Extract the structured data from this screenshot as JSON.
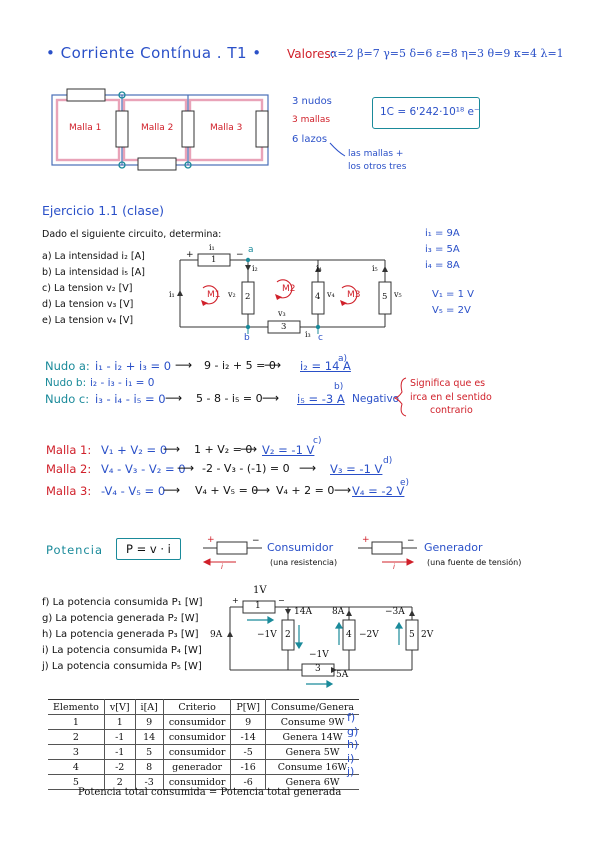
{
  "header": {
    "title": "• Corriente Contínua . T1 •",
    "values_label": "Valores:",
    "values": "α=2 β=7 γ=5 δ=6 ε=8 η=3 θ=9 κ=4 λ=1"
  },
  "top_diagram": {
    "malla1": "Malla 1",
    "malla2": "Malla 2",
    "malla3": "Malla 3",
    "nudos": "3 nudos",
    "mallas": "3 mallas",
    "lazos": "6 lazos",
    "lazos_note_1": "las mallas +",
    "lazos_note_2": "los otros tres",
    "charge": "1C = 6'242·10¹⁸ e⁻"
  },
  "exercise": {
    "title": "Ejercicio 1.1 (clase)",
    "intro": "Dado el siguiente circuito, determina:",
    "items": [
      "a)  La intensidad i₂ [A]",
      "b)  La intensidad i₅ [A]",
      "c)  La tension v₂ [V]",
      "d)  La tension v₃ [V]",
      "e)  La tension v₄ [V]"
    ],
    "givens": [
      "i₁ = 9A",
      "i₃ = 5A",
      "i₄ = 8A",
      "V₁ = 1 V",
      "V₅ = 2V"
    ]
  },
  "circuit1": {
    "i1": "i₁",
    "i1_left": "i₁",
    "i2": "i₂",
    "i4": "i₄",
    "i5": "i₅",
    "i3": "i₃",
    "v2": "v₂",
    "v3": "v₃",
    "v4": "v₄",
    "v5": "v₅",
    "r1": "1",
    "r2": "2",
    "r3": "3",
    "r4": "4",
    "r5": "5",
    "node_a": "a",
    "node_b": "b",
    "node_c": "c",
    "m1": "M1",
    "m2": "M2",
    "m3": "M3"
  },
  "nudos": [
    {
      "label": "Nudo a:",
      "eq": "i₁ - i₂ + i₃ = 0",
      "step": "9 - i₂ + 5 = 0",
      "result": "i₂ = 14 A",
      "tag": "a)"
    },
    {
      "label": "Nudo b:",
      "eq": "i₂ - i₃ - i₁ = 0",
      "step": "",
      "result": "",
      "tag": ""
    },
    {
      "label": "Nudo c:",
      "eq": "i₃ - i₄ - i₅ = 0",
      "step": "5 - 8 - i₅ = 0",
      "result": "i₅ = -3 A",
      "tag": "b)"
    }
  ],
  "negativo": {
    "label": "Negativo",
    "note_1": "Significa que es",
    "note_2": "irca en el sentido",
    "note_3": "contrario"
  },
  "mallas_eq": [
    {
      "label": "Malla 1:",
      "eq": "V₁ + V₂ = 0",
      "step": "1 + V₂ = 0",
      "step2": "",
      "result": "V₂ = -1 V",
      "tag": "c)"
    },
    {
      "label": "Malla 2:",
      "eq": "V₄ - V₃ - V₂ = 0",
      "step": "-2 - V₃ - (-1) = 0",
      "step2": "",
      "result": "V₃ = -1 V",
      "tag": "d)"
    },
    {
      "label": "Malla 3:",
      "eq": "-V₄ - V₅ = 0",
      "step": "V₄ + V₅ = 0",
      "step2": "V₄ + 2 = 0",
      "result": "V₄ = -2 V",
      "tag": "e)"
    }
  ],
  "potencia": {
    "title": "Potencia",
    "formula": "P = v · i",
    "consumidor": "Consumidor",
    "consumidor_note": "(una resistencia)",
    "generador": "Generador",
    "generador_note": "(una fuente de tensión)",
    "plus": "+",
    "minus": "−",
    "i_label": "i"
  },
  "tasks": [
    "f)  La potencia consumida P₁ [W]",
    "g)  La potencia generada P₂ [W]",
    "h)  La potencia generada P₃ [W]",
    "i)  La potencia consumida P₄ [W]",
    "j)  La potencia consumida P₅ [W]"
  ],
  "circuit2": {
    "v1": "1V",
    "i2": "14A",
    "i4": "8A",
    "i5": "−3A",
    "i1": "9A",
    "v2": "−1V",
    "v4": "−2V",
    "v5": "2V",
    "v3": "−1V",
    "i3": "5A",
    "r1": "1",
    "r2": "2",
    "r3": "3",
    "r4": "4",
    "r5": "5"
  },
  "table": {
    "headers": [
      "Elemento",
      "v[V]",
      "i[A]",
      "Criterio",
      "P[W]",
      "Consume/Genera"
    ],
    "rows": [
      [
        "1",
        "1",
        "9",
        "consumidor",
        "9",
        "Consume 9W"
      ],
      [
        "2",
        "-1",
        "14",
        "consumidor",
        "-14",
        "Genera 14W"
      ],
      [
        "3",
        "-1",
        "5",
        "consumidor",
        "-5",
        "Genera 5W"
      ],
      [
        "4",
        "-2",
        "8",
        "generador",
        "-16",
        "Consume 16W"
      ],
      [
        "5",
        "2",
        "-3",
        "consumidor",
        "-6",
        "Genera 6W"
      ]
    ],
    "side_labels": [
      "f)",
      "g)",
      "h)",
      "i)",
      "j)"
    ],
    "footer": "Potencia total consumida = Potencia total generada"
  },
  "colors": {
    "blue": "#2a50c8",
    "red": "#d0202a",
    "teal": "#1a8a9a",
    "pink": "#e9a3b8"
  }
}
